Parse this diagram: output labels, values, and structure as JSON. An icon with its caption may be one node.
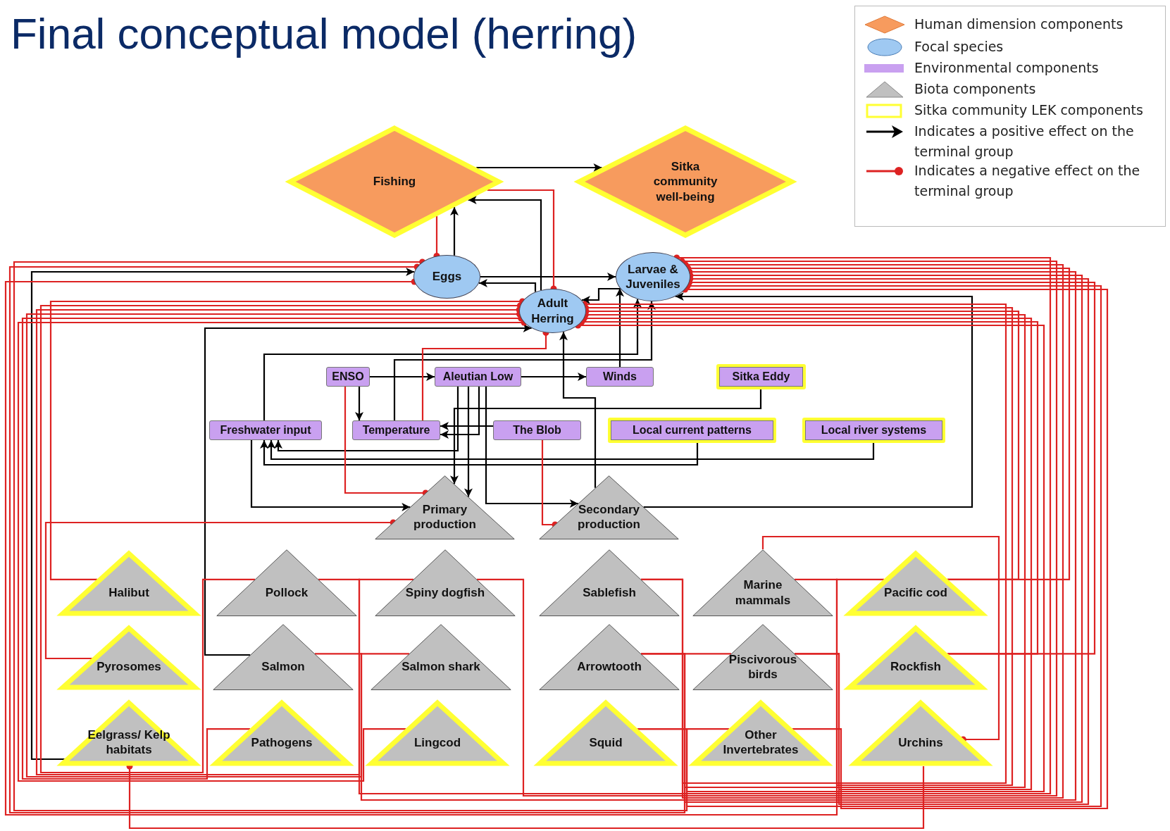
{
  "diagram": {
    "title": "Final conceptual model (herring)",
    "nodes": [
      {
        "text": [
          "Fishing"
        ]
      },
      {
        "text": [
          "Sitka community well-being"
        ]
      },
      {
        "text": [
          "Eggs"
        ]
      },
      {
        "text": [
          "Larvae & Juveniles"
        ]
      },
      {
        "text": [
          "Adult Herring"
        ]
      },
      {
        "text": [
          "ENSO"
        ]
      },
      {
        "text": [
          "Aleutian Low"
        ]
      },
      {
        "text": [
          "Winds"
        ]
      },
      {
        "text": [
          "Sitka Eddy"
        ]
      },
      {
        "text": [
          "Freshwater input"
        ]
      },
      {
        "text": [
          "Temperature"
        ]
      },
      {
        "text": [
          "The Blob"
        ]
      },
      {
        "text": [
          "Local current patterns"
        ]
      },
      {
        "text": [
          "Local river systems"
        ]
      },
      {
        "text": [
          "Primary production"
        ]
      },
      {
        "text": [
          "Secondary production"
        ]
      },
      {
        "text": [
          "Halibut"
        ]
      },
      {
        "text": [
          "Pollock"
        ]
      },
      {
        "text": [
          "Spiny dogfish"
        ]
      },
      {
        "text": [
          "Sablefish"
        ]
      },
      {
        "text": [
          "Marine mammals"
        ]
      },
      {
        "text": [
          "Pacific cod"
        ]
      },
      {
        "text": [
          "Pyrosomes"
        ]
      },
      {
        "text": [
          "Salmon"
        ]
      },
      {
        "text": [
          "Salmon shark"
        ]
      },
      {
        "text": [
          "Arrowtooth"
        ]
      },
      {
        "text": [
          "Piscivorous birds"
        ]
      },
      {
        "text": [
          "Rockfish"
        ]
      },
      {
        "text": [
          "Eelgrass/ Kelp habitats"
        ]
      },
      {
        "text": [
          "Pathogens"
        ]
      },
      {
        "text": [
          "Lingcod"
        ]
      },
      {
        "text": [
          "Squid"
        ]
      },
      {
        "text": [
          "Other Invertebrates"
        ]
      },
      {
        "text": [
          "Urchins"
        ]
      }
    ],
    "edges": [
      {
        "from": 0,
        "to": 1,
        "arrow": "to",
        "color": "#000000"
      },
      {
        "from": 2,
        "to": 0,
        "arrow": "to",
        "color": "#000000"
      },
      {
        "from": 4,
        "to": 0,
        "arrow": "to",
        "color": "#000000"
      },
      {
        "from": 2,
        "to": 3,
        "arrow": "to",
        "color": "#000000"
      },
      {
        "from": 4,
        "to": 2,
        "arrow": "to",
        "color": "#000000"
      },
      {
        "from": 3,
        "to": 4,
        "arrow": "to",
        "color": "#000000"
      },
      {
        "from": 7,
        "to": 3,
        "arrow": "to",
        "color": "#000000"
      },
      {
        "from": 5,
        "to": 6,
        "arrow": "to",
        "color": "#000000"
      },
      {
        "from": 6,
        "to": 7,
        "arrow": "to",
        "color": "#000000"
      },
      {
        "from": 5,
        "to": 10,
        "arrow": "to",
        "color": "#000000"
      },
      {
        "from": 6,
        "to": 10,
        "arrow": "to",
        "color": "#000000"
      },
      {
        "from": 11,
        "to": 10,
        "arrow": "to",
        "color": "#000000"
      },
      {
        "from": 6,
        "to": 14,
        "arrow": "to",
        "color": "#000000"
      },
      {
        "from": 6,
        "to": 15,
        "arrow": "to",
        "color": "#000000"
      },
      {
        "from": 9,
        "to": 14,
        "arrow": "to",
        "color": "#000000"
      },
      {
        "from": 6,
        "to": 9,
        "arrow": "to",
        "color": "#000000"
      },
      {
        "from": 12,
        "to": 9,
        "arrow": "to",
        "color": "#000000"
      },
      {
        "from": 13,
        "to": 9,
        "arrow": "to",
        "color": "#000000"
      },
      {
        "from": 9,
        "to": 3,
        "arrow": "to",
        "color": "#000000"
      },
      {
        "from": 10,
        "to": 3,
        "arrow": "to",
        "color": "#000000"
      },
      {
        "from": 15,
        "to": 4,
        "arrow": "to",
        "color": "#000000"
      },
      {
        "from": 15,
        "to": 3,
        "arrow": "to",
        "color": "#000000"
      },
      {
        "from": 28,
        "to": 2,
        "arrow": "to",
        "color": "#000000"
      },
      {
        "from": 23,
        "to": 4,
        "arrow": "to",
        "color": "#000000"
      },
      {
        "from": 8,
        "to": 14,
        "arrow": "to",
        "color": "#000000"
      },
      {
        "from": 0,
        "to": 2,
        "arrow": "other"
      },
      {
        "from": 0,
        "to": 4,
        "arrow": "other"
      },
      {
        "from": 5,
        "to": 14,
        "arrow": "other"
      },
      {
        "from": 22,
        "to": 14,
        "arrow": "other"
      },
      {
        "from": 11,
        "to": 15,
        "arrow": "other"
      },
      {
        "from": 10,
        "to": 4,
        "arrow": "other"
      },
      {
        "from": 33,
        "to": 28,
        "arrow": "other"
      },
      {
        "from": 20,
        "to": 33,
        "arrow": "other"
      },
      {
        "from": 16,
        "to": 4,
        "arrow": "other"
      },
      {
        "from": 17,
        "to": 4,
        "arrow": "other"
      },
      {
        "from": 18,
        "to": 4,
        "arrow": "other"
      },
      {
        "from": 24,
        "to": 4,
        "arrow": "other"
      },
      {
        "from": 29,
        "to": 4,
        "arrow": "other"
      },
      {
        "from": 30,
        "to": 4,
        "arrow": "other"
      },
      {
        "from": 19,
        "to": 4,
        "arrow": "other"
      },
      {
        "from": 20,
        "to": 4,
        "arrow": "other"
      },
      {
        "from": 21,
        "to": 4,
        "arrow": "other"
      },
      {
        "from": 25,
        "to": 4,
        "arrow": "other"
      },
      {
        "from": 26,
        "to": 4,
        "arrow": "other"
      },
      {
        "from": 27,
        "to": 4,
        "arrow": "other"
      },
      {
        "from": 31,
        "to": 4,
        "arrow": "other"
      },
      {
        "from": 17,
        "to": 3,
        "arrow": "other"
      },
      {
        "from": 18,
        "to": 3,
        "arrow": "other"
      },
      {
        "from": 19,
        "to": 3,
        "arrow": "other"
      },
      {
        "from": 21,
        "to": 3,
        "arrow": "other"
      },
      {
        "from": 23,
        "to": 3,
        "arrow": "other"
      },
      {
        "from": 25,
        "to": 3,
        "arrow": "other"
      },
      {
        "from": 26,
        "to": 3,
        "arrow": "other"
      },
      {
        "from": 27,
        "to": 3,
        "arrow": "other"
      },
      {
        "from": 31,
        "to": 3,
        "arrow": "other"
      },
      {
        "from": 32,
        "to": 3,
        "arrow": "other"
      },
      {
        "from": 32,
        "to": 2,
        "arrow": "other"
      },
      {
        "from": 26,
        "to": 2,
        "arrow": "other"
      },
      {
        "from": 21,
        "to": 2,
        "arrow": "other"
      }
    ],
    "legend": [
      {
        "text": "Human dimension components",
        "color": "#f79b5e"
      },
      {
        "text": "Focal species",
        "color": "#9fc9f2"
      },
      {
        "text": "Environmental components",
        "color": "#c9a0f0"
      },
      {
        "text": "Biota components",
        "color": "#c0c0c0"
      },
      {
        "text": "Sitka community LEK components"
      },
      {
        "text": "Indicates a positive effect on the terminal group"
      },
      {
        "text": "Indicates a negative effect on the terminal group"
      }
    ]
  }
}
